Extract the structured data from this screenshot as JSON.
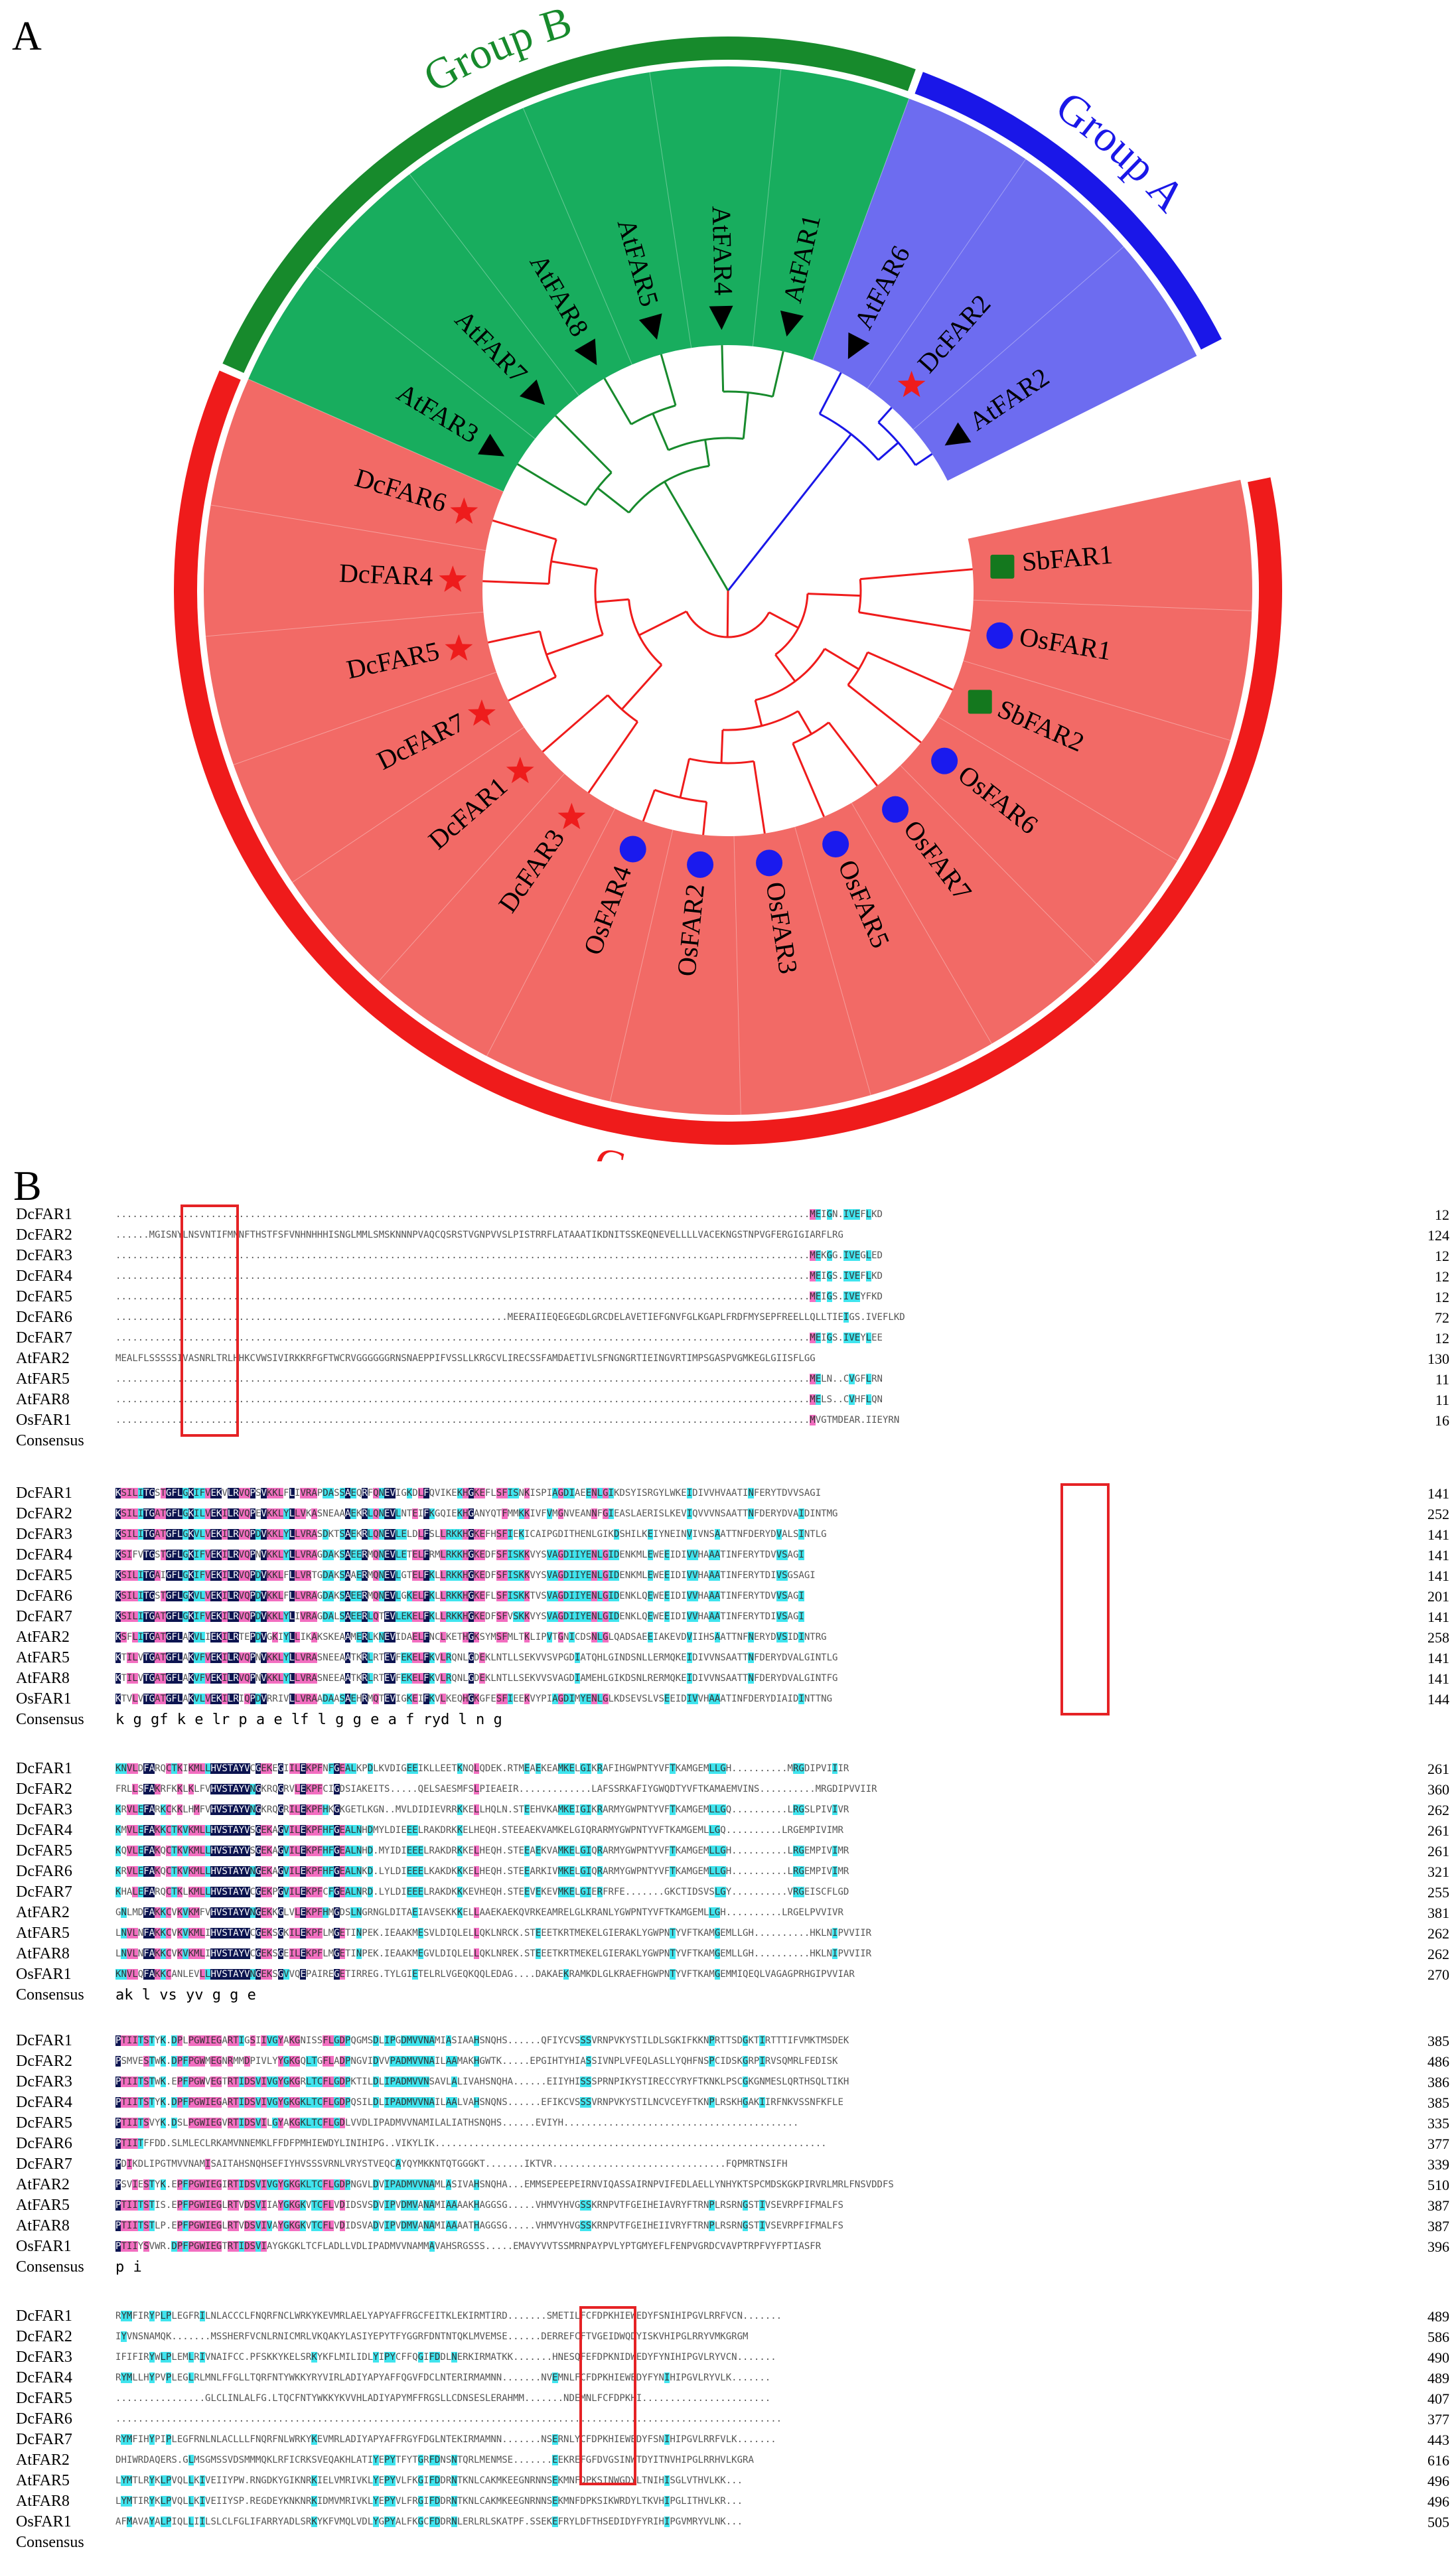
{
  "panel_a": {
    "letter": "A",
    "groups": [
      {
        "key": "A",
        "label": "Group A",
        "color": "#1a17e8"
      },
      {
        "key": "B",
        "label": "Group B",
        "color": "#178a2c"
      },
      {
        "key": "C",
        "label": "Group C",
        "color": "#ef1b1b"
      }
    ],
    "sector_colors": {
      "A": "#6d6cf0",
      "B": "#18ad5e",
      "C": "#f26a66"
    },
    "leaves": [
      {
        "name": "SbFAR1",
        "group": "C",
        "marker": "square"
      },
      {
        "name": "OsFAR1",
        "group": "C",
        "marker": "circle"
      },
      {
        "name": "SbFAR2",
        "group": "C",
        "marker": "square"
      },
      {
        "name": "OsFAR6",
        "group": "C",
        "marker": "circle"
      },
      {
        "name": "OsFAR7",
        "group": "C",
        "marker": "circle"
      },
      {
        "name": "OsFAR5",
        "group": "C",
        "marker": "circle"
      },
      {
        "name": "OsFAR3",
        "group": "C",
        "marker": "circle"
      },
      {
        "name": "OsFAR2",
        "group": "C",
        "marker": "circle"
      },
      {
        "name": "OsFAR4",
        "group": "C",
        "marker": "circle"
      },
      {
        "name": "DcFAR3",
        "group": "C",
        "marker": "star"
      },
      {
        "name": "DcFAR1",
        "group": "C",
        "marker": "star"
      },
      {
        "name": "DcFAR7",
        "group": "C",
        "marker": "star"
      },
      {
        "name": "DcFAR5",
        "group": "C",
        "marker": "star"
      },
      {
        "name": "DcFAR4",
        "group": "C",
        "marker": "star"
      },
      {
        "name": "DcFAR6",
        "group": "C",
        "marker": "star"
      },
      {
        "name": "AtFAR3",
        "group": "B",
        "marker": "triangle"
      },
      {
        "name": "AtFAR7",
        "group": "B",
        "marker": "triangle"
      },
      {
        "name": "AtFAR8",
        "group": "B",
        "marker": "triangle"
      },
      {
        "name": "AtFAR5",
        "group": "B",
        "marker": "triangle"
      },
      {
        "name": "AtFAR4",
        "group": "B",
        "marker": "triangle"
      },
      {
        "name": "AtFAR1",
        "group": "B",
        "marker": "triangle"
      },
      {
        "name": "AtFAR6",
        "group": "A",
        "marker": "triangle"
      },
      {
        "name": "DcFAR2",
        "group": "A",
        "marker": "star"
      },
      {
        "name": "AtFAR2",
        "group": "A",
        "marker": "triangle"
      }
    ],
    "marker_colors": {
      "star": "#ee1c1c",
      "circle": "#1a1aee",
      "square": "#14781e",
      "triangle": "#000000"
    }
  },
  "panel_b": {
    "letter": "B",
    "sequence_names": [
      "DcFAR1",
      "DcFAR2",
      "DcFAR3",
      "DcFAR4",
      "DcFAR5",
      "DcFAR6",
      "DcFAR7",
      "AtFAR2",
      "AtFAR5",
      "AtFAR8",
      "OsFAR1"
    ],
    "consensus_label": "Consensus",
    "blocks": [
      {
        "seqs": [
          "............................................................................................................................MEIGN.IVEFLKD",
          "......MGISNYLNSVNTIFMNNFTHSTFSFVNHNHHHISNGLMMLSMSKNNNPVAQCQSRSTVGNPVVSLPISTRRFLATAAATIKDNITSSKEQNEVELLLLVACEKNGSTNPVGFERGIGIARFLRG",
          "............................................................................................................................MEKGG.IVEGLED",
          "............................................................................................................................MEIGS.IVEFLKD",
          "............................................................................................................................MEIGS.IVEYFKD",
          "......................................................................MEERAIIEQEGEGDLGRCDELAVETIEFGNVFGLKGAPLFRDFMYSEPFREELLQLLTIEIGS.IVEFLKD",
          "............................................................................................................................MEIGS.IVEYLEE",
          "MEALFLSSSSSIVASNRLTRLHHKCVWSIVIRKKRFGFTWCRVGGGGGGRNSNAEPPIFVSSLLKRGCVLIRECSSFAMDAETIVLSFNGNGRTIEINGVRTIMPSGASPVGMKEGLGIISFLGG",
          "............................................................................................................................MELN..CVGFLRN",
          "............................................................................................................................MELS..CVHFLQN",
          "............................................................................................................................MVGTMDEAR.IIEYRN"
        ],
        "numbers": [
          "12",
          "124",
          "12",
          "12",
          "12",
          "72",
          "12",
          "130",
          "11",
          "11",
          "16"
        ],
        "consensus": ""
      },
      {
        "seqs": [
          "KSILITGSTGFLGKIFVEKVLRVQPSVKKLFLIVRAPDASSAEQRFQNEVIGKDLFQVIKEKHGKEFLSFISNKISPIAGDIAEENLGIKDSYISRGYLWKEIDIVVHVAATINFERYTDVVSAGI",
          "KSILITGATGFLGKILVEKILRVQPEVKKLYLLVKASNEAAAEKRLQNEVLNTEIFKGQIEKHGANYQTFMMKKIVFVMGNVEANNFGIEASLAERISLKEVIQVVVNSAATTNFDERYDVAIDINTMG",
          "KSILITGATGFLGKVLVEKILRVQPDVKKLYLLVRASDKTSAEKRLQNEVLELDLFSLLRKKHGKEFHSFIEKICAIPGDITHENLGIKDSHILKEIYNEINVIVNSAATTNFDERYDVALSINTLG",
          "KSIFVTGSTGFLGKIFVEKILRVQPNVKKLYLLVRAGDAKSAEERMQNEVLETELFRMLRKKHGKEDFSFISKKVYSVAGDIIYENLGIDENKMLEWEEIDIVVHAAATINFERYTDVVSAGI",
          "KSILITGAIGFLGKIFVEKILRVQPDVKKLFLLVRTGDAKSAAERMQNEVLGTELFKLLRKKHGKEDFSFISKKVYSVAGDIIYENLGIDENKMLEWEEIDIVVHAAATINFERYTDIVSGSAGI",
          "KSILITGSTGFLGKVLVEKILRVQPDVKKLFLLVRAGDAKSAEERMQNEVLGKELFKLLRKKHGKEFLSFISKKTVSVAGDIIYENLGIDENKLQEWEEIDIVVHAAATINFERYTDVVSAGI",
          "KSILITGATGFLGKIFVEKILRVQPDVKKLYLIVRAGDALSAEERLQTEVLEKELFKLLRKKHGKEDFSFVSKKVYSVAGDIIYENLGIDENKLQEWEEIDIVVHAAATINFERYTDIVSAGI",
          "KSFLITGATGFLAKVLIEKILRTEPDVGKIYLLIKAKSKEAAMERLKNEVIDAELFNCLKETHGKSYMSFMLTKLIPVTGNICDSNLGLQADSAEEIAKEVDVIIHSAATTNFNERYDVSIDINTRG",
          "KTILVTGATGFLAKVFVEKILRVQPNVKKLYLLVRASNEEAATKRLRTEVFEKELFKVLRQNLGDEKLNTLLSEKVVSVPGDIATQHLGINDSNLLERMQKEIDIVVNSAATTNFDERYDVALGINTLG",
          "KTILVTGATGFLAKVFVEKILRVQPNVKKLYLLVRASNEEAATKRLRTEVFEKELFKVLRQNLGDEKLNTLLSEKVVSVAGDIAMEHLGIKDSNLRERMQKEIDIVVNSAATTNFDERYDVALGINTFG",
          "KTVLVTGATGFLAKVLVEKILRIQPDVRRIVLLVRAADAASAEHRMQTEVIGKEIFKVLKEQHGKGFESFIEEKVYPIAGDIMYENLGLKDSEVSLVSEEIDIVVHAAATINFDERYDIAIDINTTNG"
        ],
        "numbers": [
          "141",
          "252",
          "141",
          "141",
          "141",
          "201",
          "141",
          "258",
          "141",
          "141",
          "144"
        ],
        "consensus": "k     g gf k  e lr p               a     e   lf l  g                         g       e           a   f  ryd   l n g"
      },
      {
        "seqs": [
          "KNVLDFARQCTKIKMLLHVSTAYVCGEKEGIILEKPFNFGEALKPDLKVDIGEEIKLLEETKNQLQDEK.RTMEAEKEAMKELGIKRAFIHGWPNTYVFTKAMGEMLLGH..........MRGDIPVIIIR",
          "FRLLSFAKRFKKLKLFVHVSTAYVNGKRQGRVLEKPFCIGDSIAKEITS.....QELSAESMFSLPIEAEIR.............LAFSSRKAFIYGWQDTYVFTKAMAEMVINS..........MRGDIPVVIIR",
          "KRVLEFARKCKKLHMFVHVSTAYVNGKRQGRILEKPFHKGKGETLKGN..MVLDIDIEVRRKKELLHQLN.STEEHVKAMKEIGIKRARMYGWPNTYVFTKAMGEMLLGQ..........LRGSLPIVIVR",
          "KMVLEFAKKCTKVKMLLHVSTAYVSGEKAGVILEKPFHFGEALNHDMYLDIEEELRAKDRKKELHEQH.STEEAEKVAMKELGIQRARMYGWPNTYVFTKAMGEMLLGQ..........LRGEMPIVIMR",
          "KQVLEFAKQCTKVKMLLHVSTAYVSGEKAGVILEKPFHFGEALNHD.MYIDIEEELRAKDRKKELHEQH.STEEAEKVAMKELGIQRARMYGWPNTYVFTKAMGEMLLGH..........LRGEMPIVIMR",
          "KRVLEFAKQCTKVKMLLHVSTAYVNGEKAGVILEKPFHFGEALNKD.LYLDIEEELKAKDKKKELHEQH.STEEARKIVMKELGIQRARMYGWPNTYVFTKAMGEMLLGH..........LRGEMPIVIMR",
          "KHALEFARQCTKLKMLLHVSTAYVCGEKPGVILEKPFCFGEALNRD.LYLDIEEELRAKDKKKEVHEQH.STEEVEKEVMKELGIERFRFE.......GKCTIDSVSLGY..........VRGEISCFLGD",
          "GNLMDFAKKCVKVKMFVHVSTAYVNGEKKGLVLEKPFHMGDSLNGRNGLDITAEIAVSEKKKELLAAEKAEKQVRKEAMRELGLKRANLYGWPNTYVFTKAMGEMLLGH..........LRGELPVVIVR",
          "LNVLNFAKKCVKVKMLIHVSTAYVCGEKSGKILEKPFLMGETINPEK.IEAAKMESVLDIQLELLQKLNRCK.STEEETKRTMEKELGIERAKLYGWPNTYVFTKAMGEMLLGH..........HKLNIPVVIIR",
          "LNVLNFAKKCVKVKMLIHVSTAYVCGEKSGEILEKPFLMGETINPEK.IEAAKMEGVLDIQLELLQKLNREK.STEEETKRTMEKELGIERAKLYGWPNTYVFTKAMGEMLLGH..........HKLNIPVVIIR",
          "KNVLQFAKKCANLEVLLHVSTAYVNGEKSGVVQEPAIREGETIRREG.TYLGIETELRLVGEQKQQLEDAG....DAKAEKRAMKDLGLKRAEFHGWPNTYVFTKAMGEMMIQEQLVAGAGPRHGIPVVIAR"
        ],
        "numbers": [
          "261",
          "360",
          "262",
          "261",
          "261",
          "321",
          "255",
          "381",
          "262",
          "262",
          "270"
        ],
        "consensus": "  ak         l vs  yv g   g  e"
      },
      {
        "seqs": [
          "PTIITSTYK.DPLPGWIEGARTIGSIIVGYAKGNISSFLGDPQGMSDLIPGDMVVNAMIASIAAHSNQHS......QFIYCVSSSVRNPVKYSTILDLSGKIFKKNPRTTSDGKTIRTTTIFVMKTMSDEK",
          "PSMVESTWK.DPFPGWMEGNRMMDPIVLYYGKGQLTGFLADPNGVIDVVPADMVVNAILAAMAKHGWTK.....EPGIHTYHIASSIVNPLVFEQLASLLYQHFNSPCIDSKGRPIRVSQMRLFEDISK",
          "PTIITSTWK.EPFPGWVEGTRTIDSVIVGYGKGRLTCFLGDPKTILDLIPADMVVNSAVLALIVAHSNQHA......EIIYHISSSPRNPIKYSTIRECCYRYFTKNKLPSCGKGNMESLQRTHSQLTIKH",
          "PTIITSTYK.DPFPGWIEGARTIDSVIVGYGKGKLTCFLGDPQSILDLIPADMVVNAILAALVAHSNQNS......EFIKCVSSSVRNPVKYSTILNCVCEYFTKNPLRSKHGAKIIRFNKVSSNFKFLE",
          "PTIITSVYK.DSLPGWIEGVRTIDSVILGYAKGKLTCFLGDLVVDLIPADMVVNAMILALIATHSNQHS......EVIYH..........................................",
          "PTIITFFDD.SLMLECLRKAMVNNEMKLFFDFPMHIEWDYLINIHIPG..VIKYLIK......................................................................",
          "PDIKDLIPGTMVVNAMISAITAHSNQHSEFIYHVSSSVRNLVRYSTVEQCAYQYMKKNTQTGGGKT.......IKTVR...............................FQPMRTNSIFH",
          "PSVIESTYK.EPFPGWIEGIRTIDSVIVGYGKGKLTCFLGDPNGVLDVIPADMVVNAMLASIVAHSNQHA...EMMSEPEEPEIRNVIQASSAIRNPVIFEDLAELLYNHYKTSPCMDSKGKPIRVRLMRLFNSVDDFS",
          "PTIITSTIS.EPFPGWIEGLRTVDSVIIAYGKGKVTCFLVDIDSVSDVIPVDMVANAMIAAAAKHAGGSG.....VHMVYHVGSSKRNPVTFGEIHEIAVRYFTRNPLRSRNGSTIVSEVRPFIFMALFS",
          "PTIITSTLP.EPFPGWIEGLRTVDSVIVAYGKGKVTCFLVDIDSVADVIPVDMVANAMIAAAATHAGGSG.....VHMVYHVGSSKRNPVTFGEIHEIIVRYFTRNPLRSRNGSTIVSEVRPFIFMALFS",
          "PTIIYSVWR.DPFPGWIEGTRTIDSVIAYGKGKLTCFLADLLVDLIPADMVVNAMMAVAHSRGSSS.....EMAVYVVTSSMRNPAYPVLYPTGMYEFLFENPVGRDCVAVPTRPFVYFPTIASFR"
        ],
        "numbers": [
          "385",
          "486",
          "386",
          "385",
          "335",
          "377",
          "339",
          "510",
          "387",
          "387",
          "396"
        ],
        "consensus": "p  i"
      },
      {
        "seqs": [
          "RYMFIRYPLPLEGFRILNLACCCLFNQRFNCLWRKYKEVMRLAELYAPYAFFRGCFEITKLEKIRMTIRD.......SMETILFCFDPKHIEWEDYFSNIHIPGVLRRFVCN.......",
          "IYVNSNAMQK.......MSSHERFVCNLRNICMRLVKQAKYLASIYEPYTFYGGRFDNTNTQKLMVEMSE......DERREFCFTVGEIDWQDYISKVHIPGLRRYVMKGRGM",
          "IFIFIRYWLPLEMLRIVNAIFCC.PFSKKYKELSRKYKFLMILIDLYIPYCFFQGIFDDLNERKIRMATKK.......HNESQFEFDPKNIDWEDYFYNIHIPGVLRYVCN.......",
          "RYMLLHYPVPLEGLRLMNLFFGLLTQRFNTYWKKYRYVIRLADIYAPYAFFQGVFDCLNTERIRMAMNN.......NVEMNLFCFDPKHIEWEDYFYNIHIPGVLRYVLK.......",
          "................GLCLINLALFG.LTQCFNTYWKKYKVVHLADIYAPYMFFRGSLLCDNSESLERAHMM.......NDEMNLFCFDPKHI.......................",
          ".......................................................................................................................",
          "RYMFIHYPIPLEGFRNLNLACLLLFNQRFNLWRKYKEVMRLADIYAPYAFFRGYFDGLNTEKIRMAMNN.......NSERNLYCFDPKHIEWEDYFSNIHIPGVLRRFVLK.......",
          "DHIWRDAQERS.GLMSGMSSVDSMMMQKLRFICRKSVEQAKHLATIYEPYTFYTGRFDNSNTQRLMENMSE.......EEKREFGFDVGSINWTDYITNVHIPGLRRHVLKGRA",
          "LYMTLRYKLPVQLLKIVEIIYPW.RNGDKYGIKNRKIELVMRIVKLYEPYVLFKGIFDDRNTKNLCAKMKEEGNRNNSEKMNFDPKSINWGDYLTNIHISGLVTHVLKK...",
          "LYMTIRYKLPVQLLKIVEIIYSP.REGDEYKNKNRKIDMVMRIVKLYEPYVLFRGIFDDRNTKNLCAKMKEEGNRNNSEKMNFDPKSIKWRDYLTKVHIPGLITHVLKR...",
          "AFMAVAYALPIQLLIILSLCLFGLIFARRYADLSRKYKFVMQLVDLYGPYALFKGCFDDRNLERLRLSKATPF.SSEKEFRYLDFTHSEDIDYFYRIHIPGVMRYVLNK..."
        ],
        "numbers": [
          "489",
          "586",
          "490",
          "489",
          "407",
          "377",
          "443",
          "616",
          "496",
          "496",
          "505"
        ],
        "consensus": ""
      }
    ],
    "residue_colors": {
      "identical": "#0c1450",
      "high": "#f26ec0",
      "medium": "#3fe4ee",
      "highlight_box": "#e52225"
    }
  }
}
